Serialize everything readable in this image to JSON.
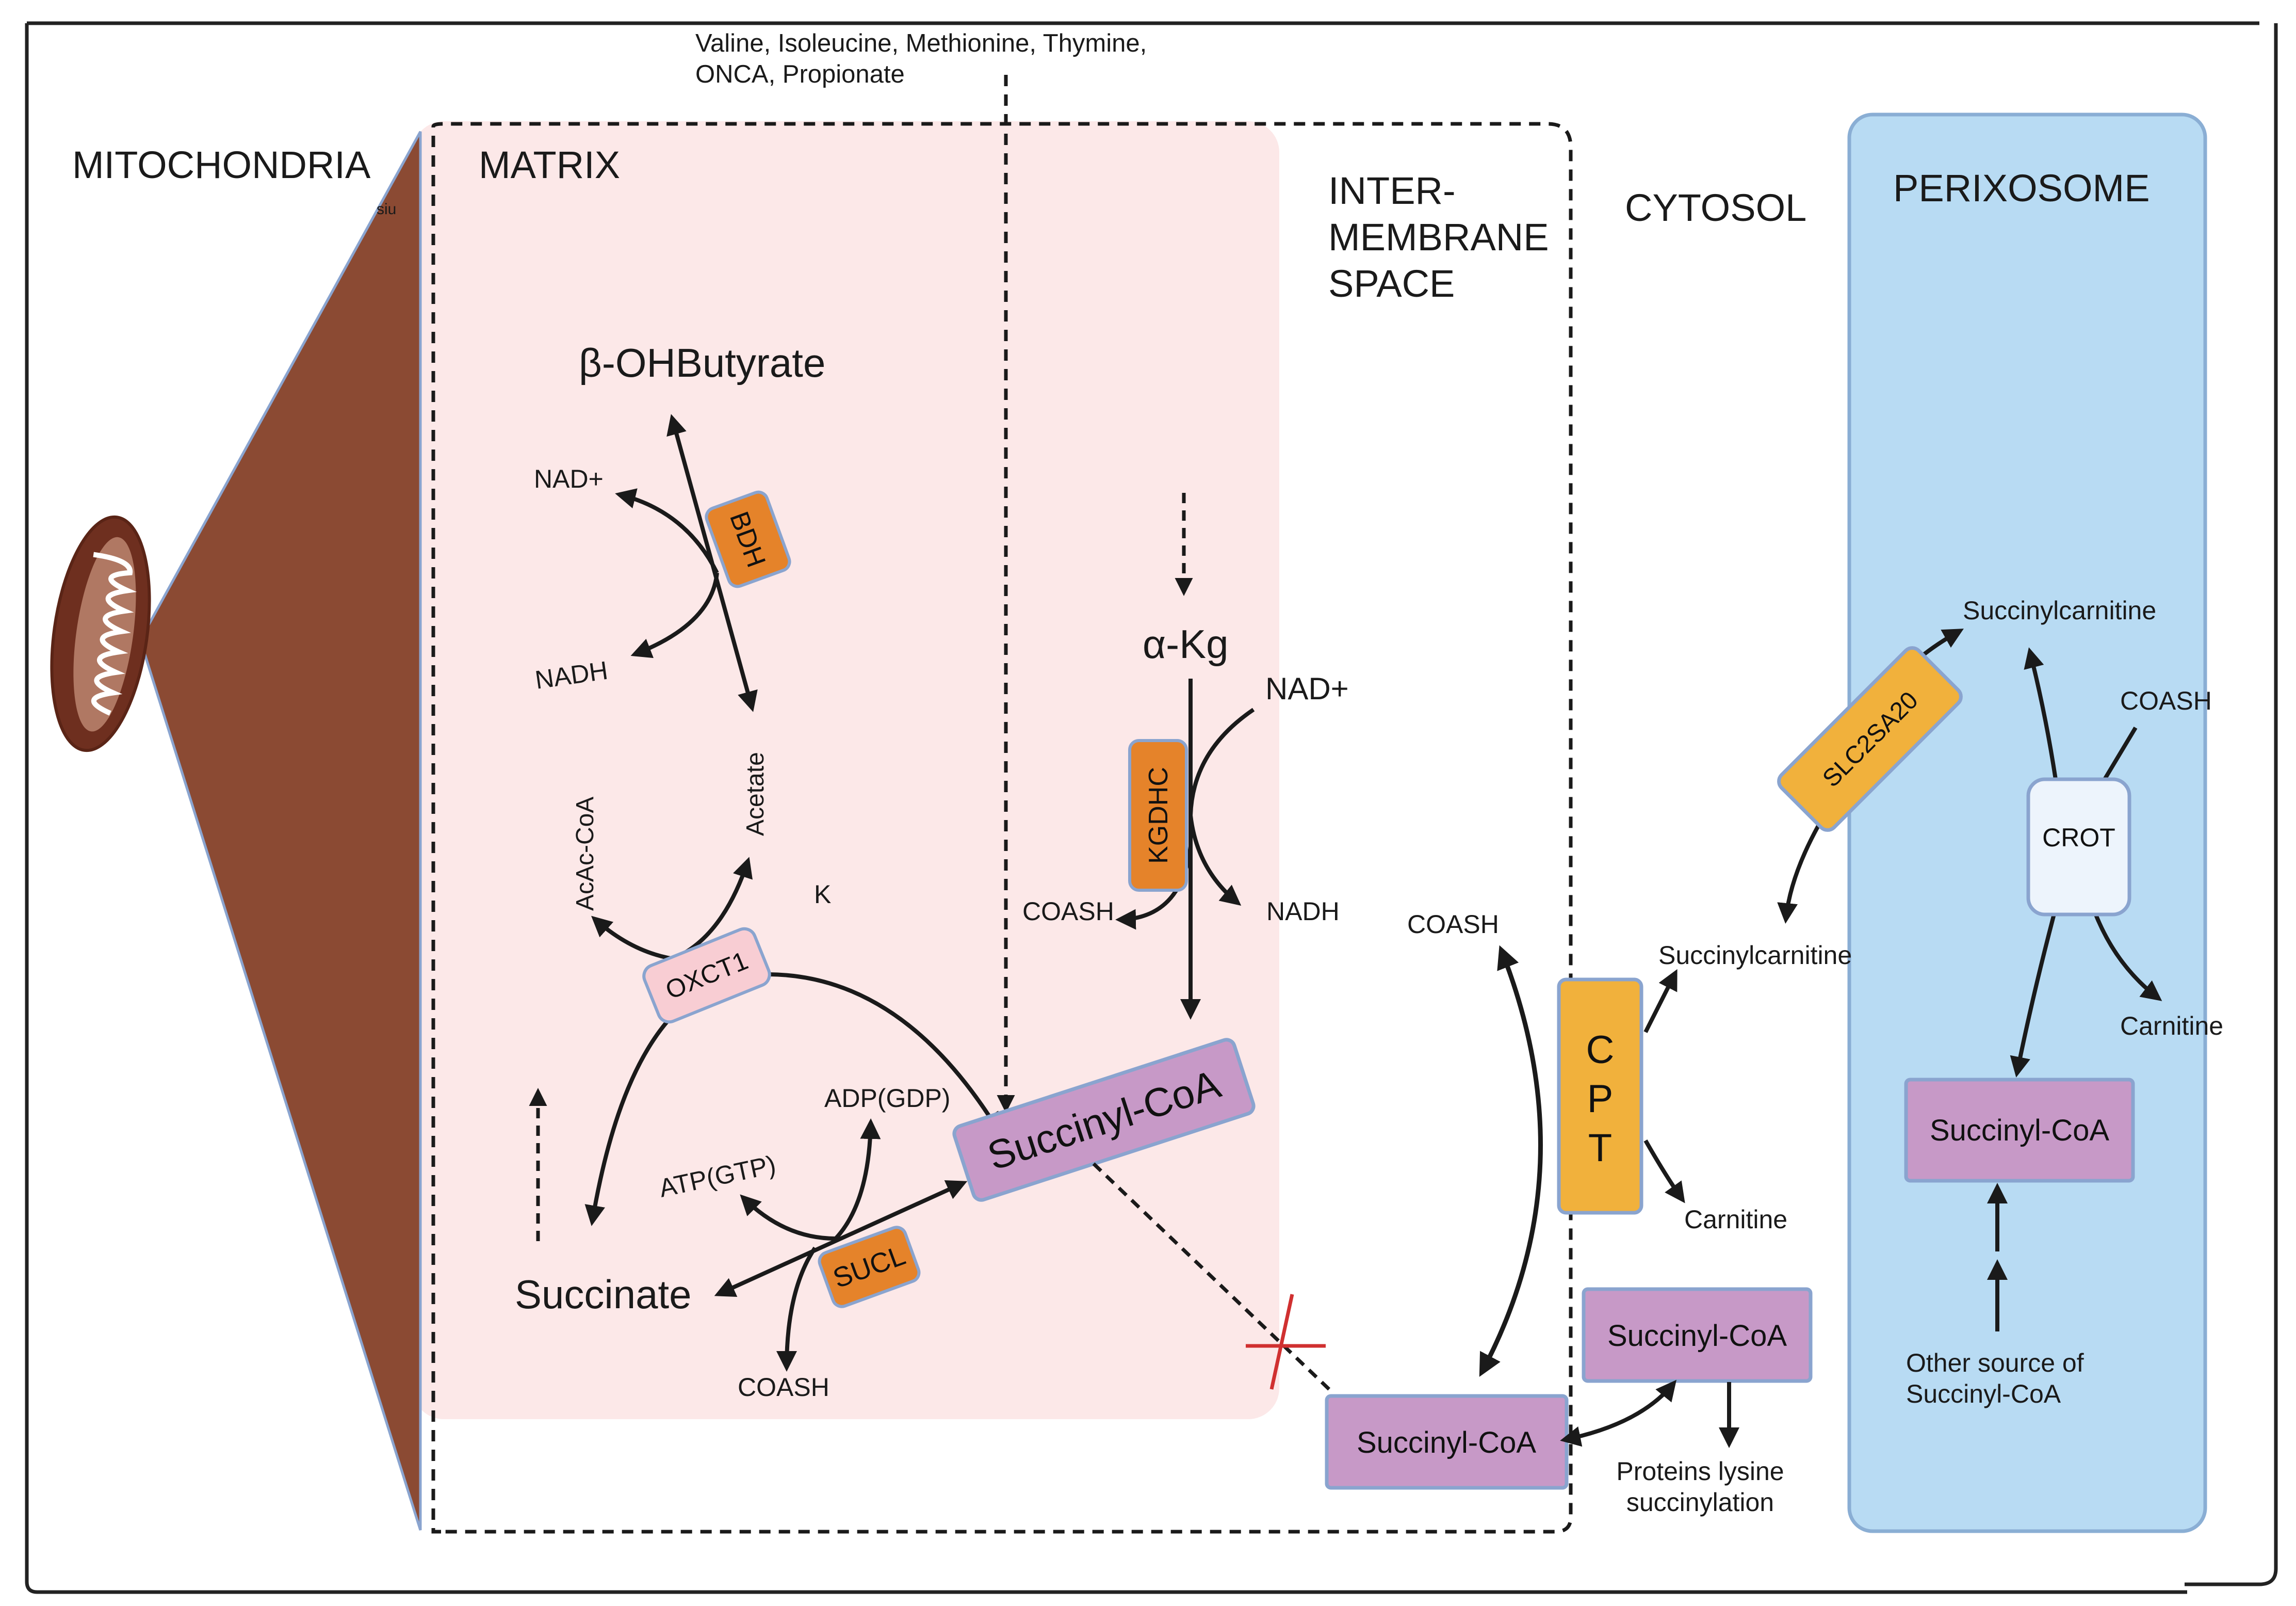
{
  "colors": {
    "matrix_fill": "#fce8e8",
    "perox_fill": "#b8dbf3",
    "perox_stroke": "#8aaed4",
    "mito_wedge": "#8b4a33",
    "enzyme_orange": "#e5832a",
    "enzyme_yellow": "#f1b13c",
    "succinyl_purple": "#c799c7",
    "box_stroke": "#8aa4cf",
    "oxct_fill": "#f8cdd3",
    "crot_fill": "#edf4fc",
    "arrow": "#1a1a1a",
    "cross": "#d03030"
  },
  "regions": {
    "mitochondria": "MITOCHONDRIA",
    "matrix": "MATRIX",
    "inter_line1": "INTER-",
    "inter_line2": "MEMBRANE",
    "inter_line3": "SPACE",
    "cytosol": "CYTOSOL",
    "perixosome": "PERIXOSOME",
    "tiny_label": "siu"
  },
  "sources": {
    "line1": "Valine, Isoleucine, Methionine, Thymine,",
    "line2": "ONCA, Propionate"
  },
  "metabolites": {
    "bohb": "β-OHButyrate",
    "nad_plus_1": "NAD+",
    "nadh_1": "NADH",
    "acetate": "Acetate",
    "acac_coa": "AcAc-CoA",
    "k": "K",
    "akg": "α-Kg",
    "nad_plus_2": "NAD+",
    "coash_kgdhc": "COASH",
    "nadh_2": "NADH",
    "adp": "ADP(GDP)",
    "atp": "ATP(GTP)",
    "succinate": "Succinate",
    "coash_sucl": "COASH",
    "coash_cpt": "COASH",
    "succinylcarnitine_cyto": "Succinylcarnitine",
    "carnitine_cyto": "Carnitine",
    "protein_line1": "Proteins lysine",
    "protein_line2": "succinylation",
    "succinylcarnitine_perox": "Succinylcarnitine",
    "coash_perox": "COASH",
    "carnitine_perox": "Carnitine",
    "other_line1": "Other source of",
    "other_line2": "Succinyl-CoA"
  },
  "enzymes": {
    "bdh": "BDH",
    "kgdhc": "KGDHC",
    "oxct1": "OXCT1",
    "sucl": "SUCL",
    "cpt_c": "C",
    "cpt_p": "P",
    "cpt_t": "T",
    "slc": "SLC2SA20",
    "crot": "CROT"
  },
  "succinyl_boxes": {
    "matrix": "Succinyl-CoA",
    "ims": "Succinyl-CoA",
    "cytosol": "Succinyl-CoA",
    "perox": "Succinyl-CoA"
  }
}
